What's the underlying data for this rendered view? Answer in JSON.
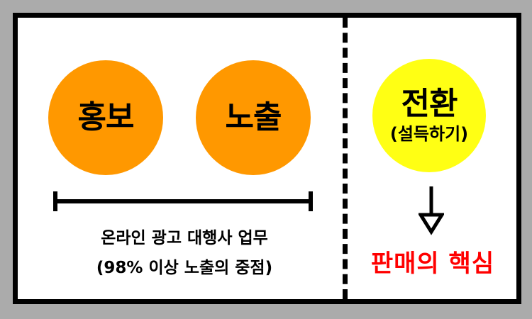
{
  "left_panel": {
    "circle_1": "홍보",
    "circle_2": "노출",
    "caption_line_1": "온라인 광고 대행사 업무",
    "caption_line_2": "(98% 이상 노출의 중점)"
  },
  "right_panel": {
    "circle_title": "전환",
    "circle_subtitle": "(설득하기)",
    "result": "판매의 핵심"
  },
  "colors": {
    "background": "#ababab",
    "panel": "#ffffff",
    "orange_circle": "#ff9800",
    "yellow_circle": "#ffff14",
    "accent_red": "#ff0000"
  }
}
